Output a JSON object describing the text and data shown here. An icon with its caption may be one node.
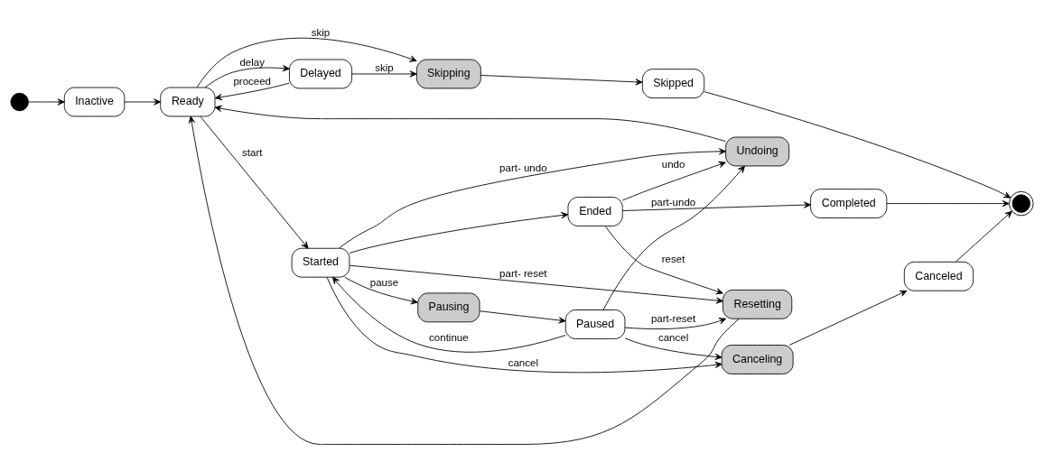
{
  "diagram": {
    "nodes": [
      {
        "text": [],
        "shape": "circle"
      },
      {
        "text": [
          "Inactive"
        ]
      },
      {
        "text": [
          "Ready"
        ]
      },
      {
        "text": [
          "Delayed"
        ]
      },
      {
        "text": [
          "Skipping"
        ]
      },
      {
        "text": [
          "Skipped"
        ]
      },
      {
        "text": [
          "Ended"
        ]
      },
      {
        "text": [
          "Completed"
        ]
      },
      {
        "text": [],
        "shape": "circle"
      },
      {
        "text": [
          "Started"
        ]
      },
      {
        "text": [
          "Canceling"
        ]
      },
      {
        "text": [
          "Canceled"
        ]
      },
      {
        "text": [
          "Undoing"
        ]
      },
      {
        "text": [
          "Pausing"
        ]
      },
      {
        "text": [
          "Paused"
        ]
      },
      {
        "text": [
          "Resetting"
        ]
      }
    ],
    "edges": [
      {
        "from": 0,
        "to": 1,
        "arrow": "to"
      },
      {
        "from": 1,
        "to": 2,
        "arrow": "to"
      },
      {
        "from": 2,
        "to": 3,
        "arrow": "to",
        "label": "delay"
      },
      {
        "from": 3,
        "to": 2,
        "arrow": "to",
        "label": "proceed"
      },
      {
        "from": 3,
        "to": 4,
        "arrow": "to",
        "label": "skip"
      },
      {
        "from": 2,
        "to": 4,
        "arrow": "to",
        "label": "skip"
      },
      {
        "from": 4,
        "to": 5,
        "arrow": "to"
      },
      {
        "from": 5,
        "to": 8,
        "arrow": "to"
      },
      {
        "from": 6,
        "to": 7,
        "arrow": "to"
      },
      {
        "from": 7,
        "to": 8,
        "arrow": "to"
      },
      {
        "from": 11,
        "to": 8,
        "arrow": "to"
      },
      {
        "from": 2,
        "to": 9,
        "arrow": "to",
        "label": "start"
      },
      {
        "from": 9,
        "to": 6,
        "arrow": "to"
      },
      {
        "from": 6,
        "to": 12,
        "arrow": "to",
        "label": "undo"
      },
      {
        "from": 9,
        "to": 10,
        "arrow": "to",
        "label": "cancel"
      },
      {
        "from": 10,
        "to": 11,
        "arrow": "to"
      },
      {
        "from": 9,
        "to": 12,
        "arrow": "to",
        "label": "part- undo"
      },
      {
        "from": 9,
        "to": 15,
        "arrow": "to",
        "label": "part- reset"
      },
      {
        "from": 9,
        "to": 13,
        "arrow": "to",
        "label": "pause"
      },
      {
        "from": 13,
        "to": 14,
        "arrow": "to"
      },
      {
        "from": 14,
        "to": 9,
        "arrow": "to",
        "label": "continue"
      },
      {
        "from": 14,
        "to": 10,
        "arrow": "to",
        "label": "cancel"
      },
      {
        "from": 14,
        "to": 12,
        "arrow": "to",
        "label": "part-undo"
      },
      {
        "from": 14,
        "to": 15,
        "arrow": "to",
        "label": "part-reset"
      },
      {
        "from": 12,
        "to": 2,
        "arrow": "to"
      },
      {
        "from": 15,
        "to": 2,
        "arrow": "to"
      },
      {
        "from": 6,
        "to": 15,
        "arrow": "to",
        "label": "reset"
      }
    ]
  }
}
